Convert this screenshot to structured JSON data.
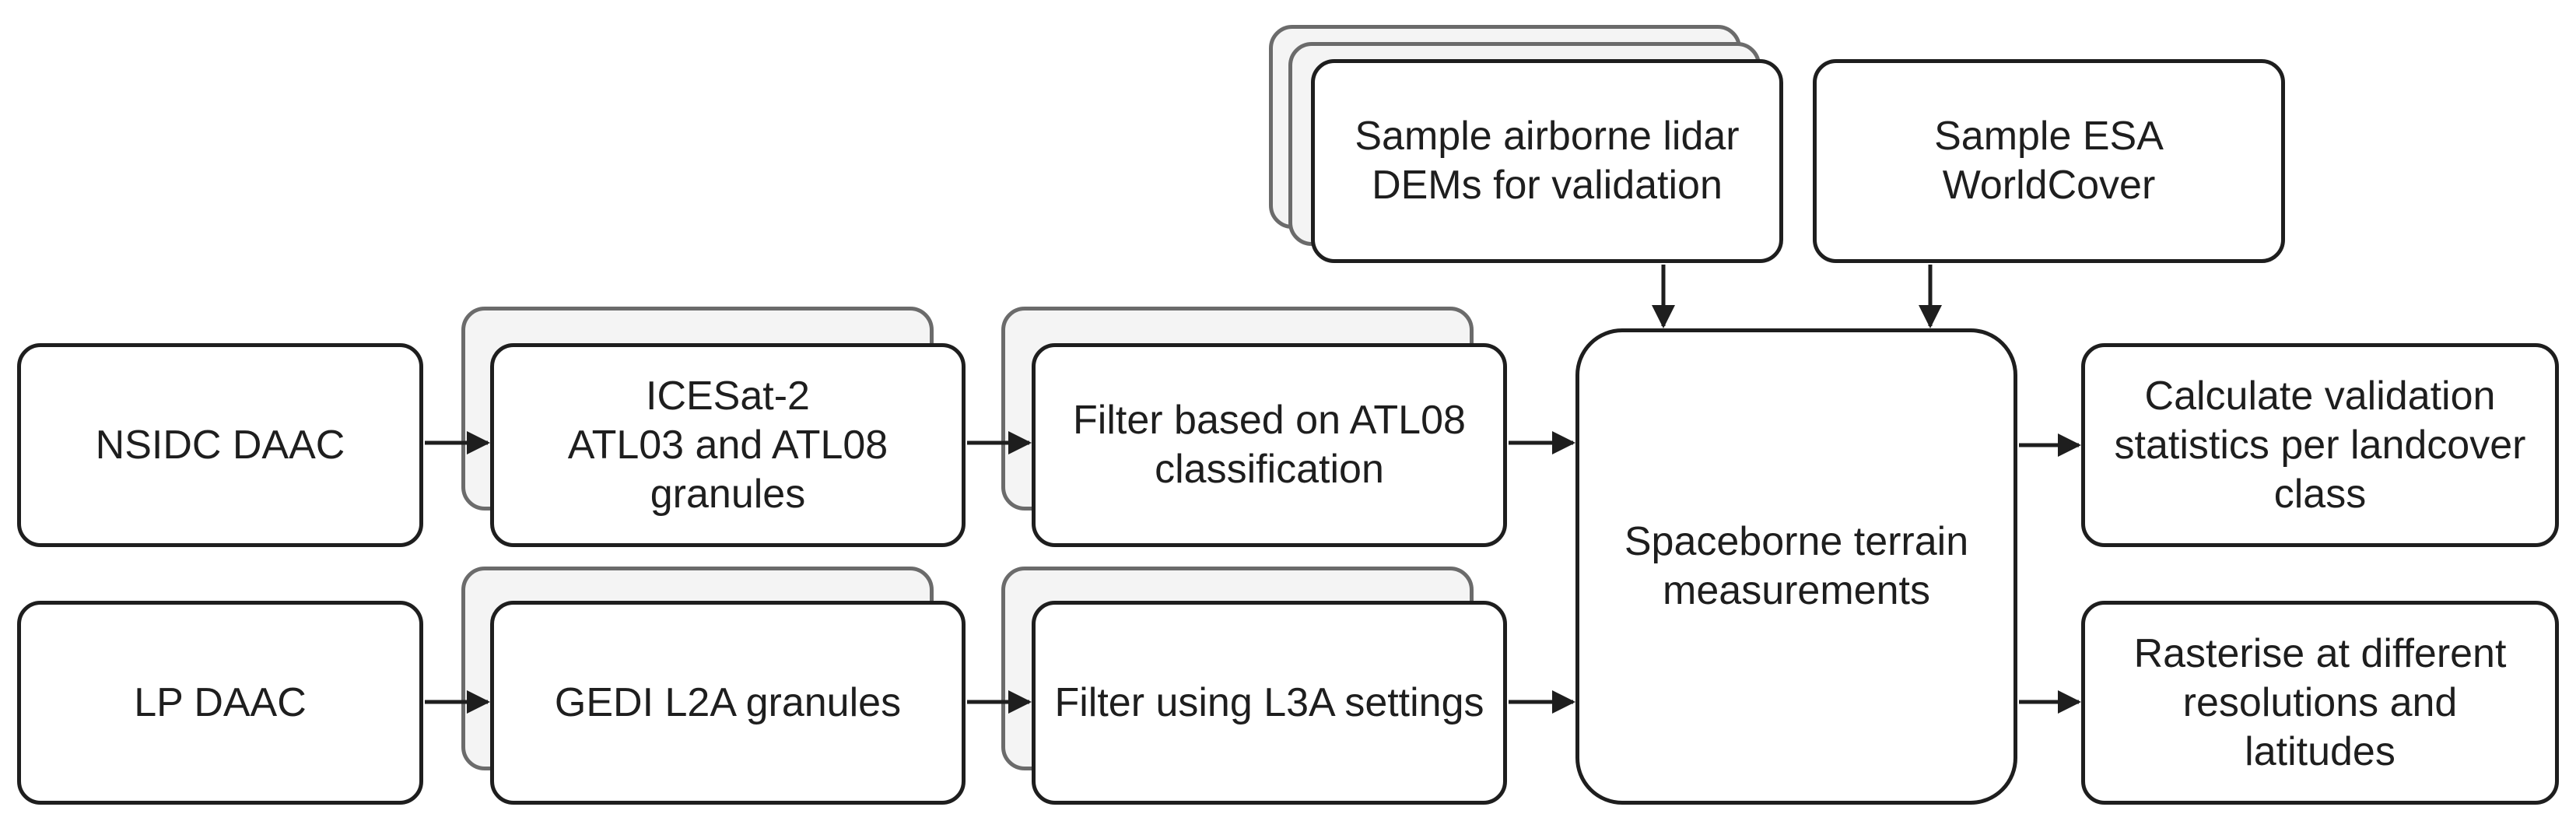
{
  "diagram": {
    "nodes": {
      "nsidc": "NSIDC DAAC",
      "lp": "LP DAAC",
      "icesat": "ICESat-2\nATL03 and ATL08\ngranules",
      "gedi": "GEDI L2A granules",
      "filter_atl08": "Filter based on ATL08\nclassification",
      "filter_l3a": "Filter using L3A settings",
      "sample_lidar": "Sample airborne lidar\nDEMs for validation",
      "sample_esa": "Sample ESA WorldCover",
      "spaceborne": "Spaceborne terrain\nmeasurements",
      "calc_stats": "Calculate validation\nstatistics per landcover\nclass",
      "rasterise": "Rasterise at different\nresolutions and latitudes"
    },
    "edges": [
      [
        "nsidc",
        "icesat"
      ],
      [
        "lp",
        "gedi"
      ],
      [
        "icesat",
        "filter_atl08"
      ],
      [
        "gedi",
        "filter_l3a"
      ],
      [
        "filter_atl08",
        "spaceborne"
      ],
      [
        "filter_l3a",
        "spaceborne"
      ],
      [
        "sample_lidar",
        "spaceborne"
      ],
      [
        "sample_esa",
        "spaceborne"
      ],
      [
        "spaceborne",
        "calc_stats"
      ],
      [
        "spaceborne",
        "rasterise"
      ]
    ],
    "colors": {
      "stroke": "#1e1e1e",
      "stack_fill": "#f4f4f4",
      "stack_stroke": "#6b6b6b",
      "box_fill": "#ffffff"
    }
  }
}
